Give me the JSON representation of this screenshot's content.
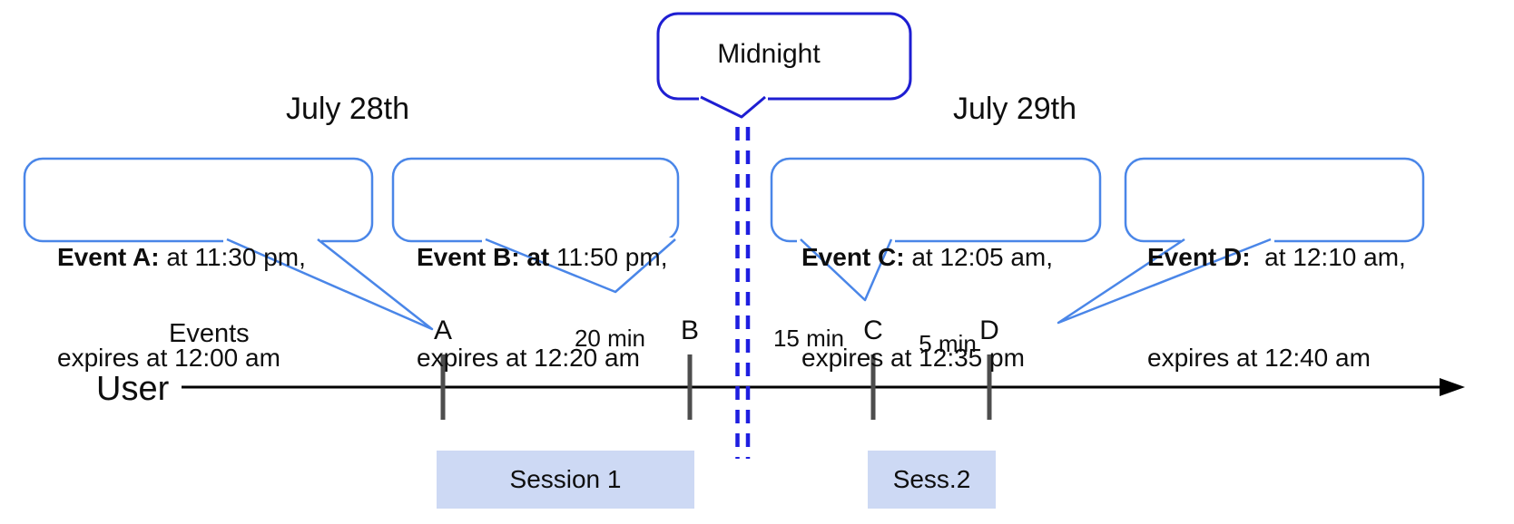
{
  "colors": {
    "callout_border": "#4a86e8",
    "midnight_border": "#1e1ed2",
    "dash_line": "#1e1ee0",
    "tick": "#4d4d4d",
    "axis": "#000000",
    "session_fill": "#cdd9f4",
    "text": "#0e0e0e"
  },
  "titles": {
    "left": "July 28th",
    "right": "July 29th"
  },
  "midnight": {
    "label": "Midnight"
  },
  "callouts": [
    {
      "bold": "Event A:",
      "line1": " at 11:30 pm,",
      "line2": "expires at 12:00 am"
    },
    {
      "bold": "Event B: at",
      "line1": " 11:50 pm,",
      "line2": "expires at 12:20 am"
    },
    {
      "bold": "Event C:",
      "line1": " at 12:05 am,",
      "line2": "expires at 12:35 pm"
    },
    {
      "bold": "Event D:",
      "line1": "  at 12:10 am,",
      "line2": "expires at 12:40 am"
    }
  ],
  "timeline": {
    "events_label": "Events",
    "user_label": "User",
    "ticks": [
      {
        "label": "A"
      },
      {
        "label": "B"
      },
      {
        "label": "C"
      },
      {
        "label": "D"
      }
    ],
    "intervals": [
      {
        "label": "20 min"
      },
      {
        "label": "15 min"
      },
      {
        "label": "5 min"
      }
    ]
  },
  "sessions": [
    {
      "label": "Session 1"
    },
    {
      "label": "Sess.2"
    }
  ]
}
